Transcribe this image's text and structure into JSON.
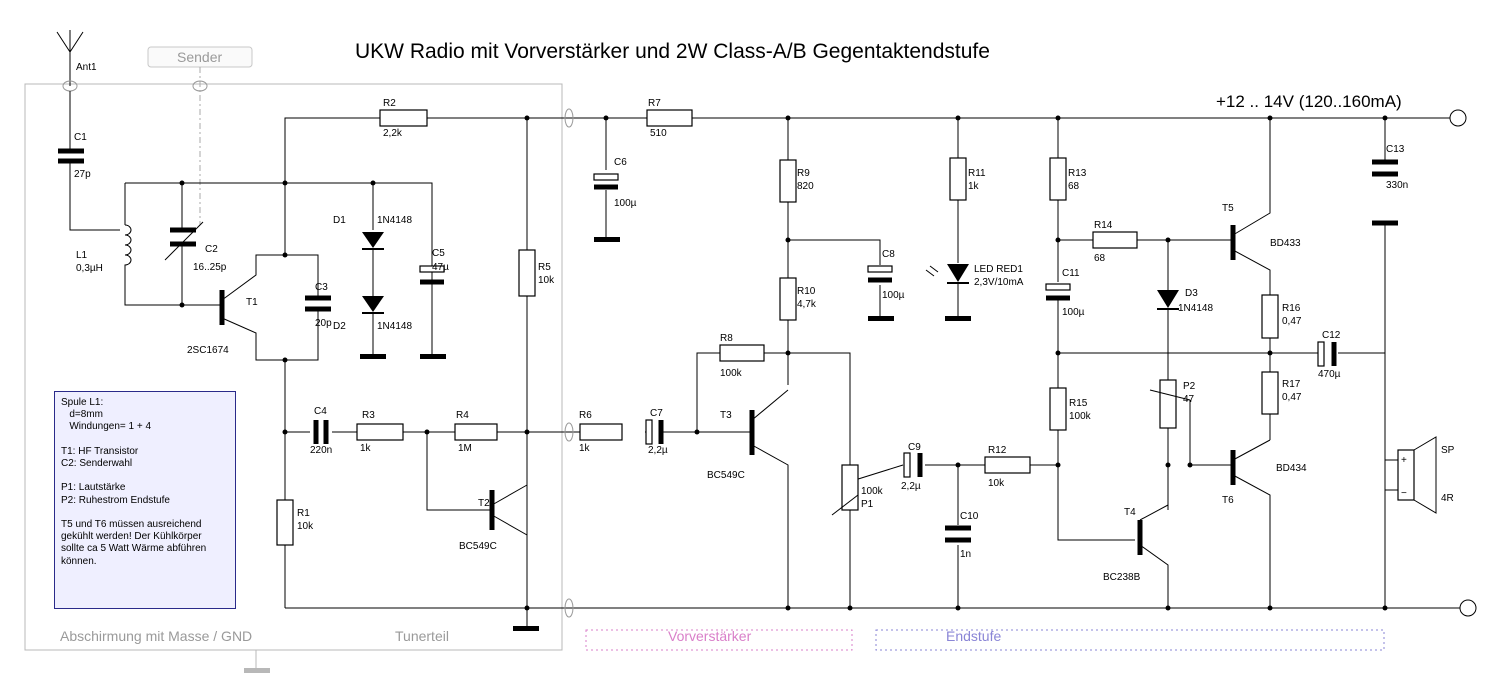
{
  "title": "UKW Radio mit Vorverstärker und 2W Class-A/B Gegentaktendstufe",
  "supply": "+12   .. 14V  (120..160mA)",
  "antenna": {
    "label": "Ant1"
  },
  "sender_button": "Sender",
  "sections": {
    "shield": "Abschirmung mit Masse / GND",
    "tuner": "Tunerteil",
    "preamp": "Vorverstärker",
    "output": "Endstufe"
  },
  "colors": {
    "preamp": "#d97fc9",
    "output": "#8a85d6",
    "shield": "#9a9a9a",
    "note_bg": "#efefff"
  },
  "components": {
    "C1": {
      "name": "C1",
      "value": "27p"
    },
    "L1": {
      "name": "L1",
      "value": "0,3µH"
    },
    "C2": {
      "name": "C2",
      "value": "16..25p"
    },
    "R2": {
      "name": "R2",
      "value": "2,2k"
    },
    "T1": {
      "name": "T1",
      "value": "2SC1674"
    },
    "C3": {
      "name": "C3",
      "value": "20p"
    },
    "D1": {
      "name": "D1",
      "value": "1N4148"
    },
    "D2": {
      "name": "D2",
      "value": "1N4148"
    },
    "C5": {
      "name": "C5",
      "value": "47µ"
    },
    "R5": {
      "name": "R5",
      "value": "10k"
    },
    "C4": {
      "name": "C4",
      "value": "220n"
    },
    "R3": {
      "name": "R3",
      "value": "1k"
    },
    "R4": {
      "name": "R4",
      "value": "1M"
    },
    "T2": {
      "name": "T2",
      "value": "BC549C"
    },
    "R1": {
      "name": "R1",
      "value": "10k"
    },
    "R7": {
      "name": "R7",
      "value": "510"
    },
    "C6": {
      "name": "C6",
      "value": "100µ"
    },
    "R9": {
      "name": "R9",
      "value": "820"
    },
    "C8": {
      "name": "C8",
      "value": "100µ"
    },
    "R10": {
      "name": "R10",
      "value": "4,7k"
    },
    "R8": {
      "name": "R8",
      "value": "100k"
    },
    "R6": {
      "name": "R6",
      "value": "1k"
    },
    "C7": {
      "name": "C7",
      "value": "2,2µ"
    },
    "T3": {
      "name": "T3",
      "value": "BC549C"
    },
    "P1": {
      "name": "P1",
      "value": "100k"
    },
    "R11": {
      "name": "R11",
      "value": "1k"
    },
    "LED1": {
      "name": "LED RED1",
      "value": "2,3V/10mA"
    },
    "C9": {
      "name": "C9",
      "value": "2,2µ"
    },
    "C10": {
      "name": "C10",
      "value": "1n"
    },
    "R12": {
      "name": "R12",
      "value": "10k"
    },
    "R13": {
      "name": "R13",
      "value": "68"
    },
    "R14": {
      "name": "R14",
      "value": "68"
    },
    "C11": {
      "name": "C11",
      "value": "100µ"
    },
    "R15": {
      "name": "R15",
      "value": "100k"
    },
    "T4": {
      "name": "T4",
      "value": "BC238B"
    },
    "D3": {
      "name": "D3",
      "value": "1N4148"
    },
    "P2": {
      "name": "P2",
      "value": "47"
    },
    "T5": {
      "name": "T5",
      "value": "BD433"
    },
    "R16": {
      "name": "R16",
      "value": "0,47"
    },
    "R17": {
      "name": "R17",
      "value": "0,47"
    },
    "T6": {
      "name": "T6",
      "value": "BD434"
    },
    "C12": {
      "name": "C12",
      "value": "470µ"
    },
    "C13": {
      "name": "C13",
      "value": "330n"
    },
    "SP": {
      "name": "SP",
      "value": "4R"
    }
  },
  "note": {
    "lines": [
      "Spule L1:",
      "   d=8mm",
      "   Windungen= 1 + 4",
      "",
      "T1: HF Transistor",
      "C2: Senderwahl",
      "",
      "P1: Lautstärke",
      "P2: Ruhestrom Endstufe",
      "",
      "T5 und T6 müssen ausreichend",
      "gekühlt werden! Der Kühlkörper",
      "sollte ca 5 Watt Wärme abführen",
      "können."
    ]
  }
}
